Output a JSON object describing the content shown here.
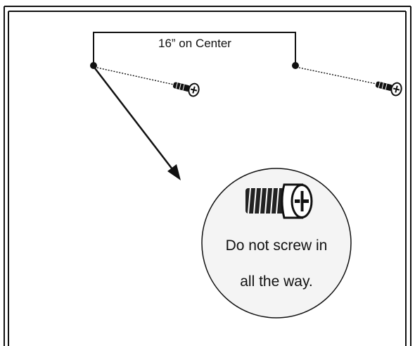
{
  "dimension_label": "16” on Center",
  "callout": {
    "line_1": "Do not screw in",
    "line_2": "all the way."
  },
  "icons": {
    "screw_left": "screw-icon",
    "screw_right": "screw-icon",
    "screw_magnified": "screw-icon",
    "direction_arrow": "arrow-icon"
  },
  "colors": {
    "ink": "#111111",
    "background": "#ffffff",
    "callout_fill": "#f4f4f4"
  }
}
